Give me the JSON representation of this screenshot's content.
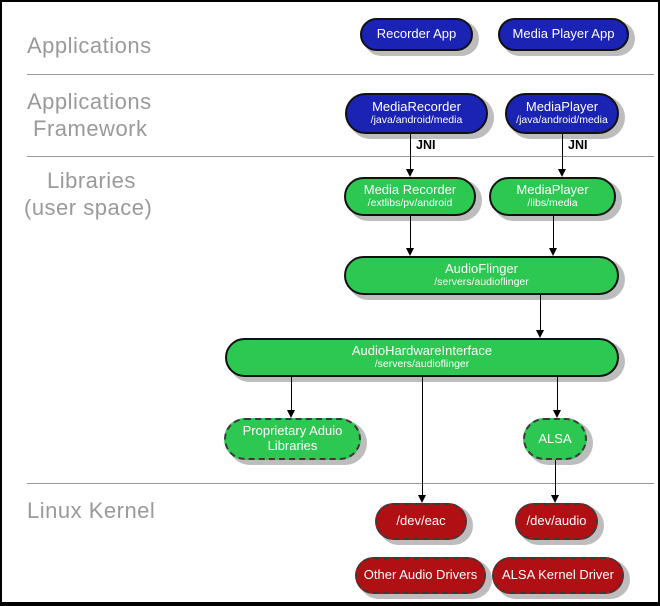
{
  "layers": {
    "applications": {
      "label": "Applications"
    },
    "applications_framework": {
      "line1": "Applications",
      "line2": "Framework"
    },
    "libraries": {
      "line1": "Libraries",
      "line2": "(user space)"
    },
    "linux_kernel": {
      "label": "Linux Kernel"
    }
  },
  "nodes": {
    "recorder_app": {
      "title": "Recorder App"
    },
    "media_player_app": {
      "title": "Media Player App"
    },
    "media_recorder_framework": {
      "title": "MediaRecorder",
      "path": "/java/android/media"
    },
    "media_player_framework": {
      "title": "MediaPlayer",
      "path": "/java/android/media"
    },
    "media_recorder_lib": {
      "title": "Media Recorder",
      "path": "/extlibs/pv/android"
    },
    "media_player_lib": {
      "title": "MediaPlayer",
      "path": "/libs/media"
    },
    "audio_flinger": {
      "title": "AudioFlinger",
      "path": "/servers/audioflinger"
    },
    "audio_hardware_interface": {
      "title": "AudioHardwareInterface",
      "path": "/servers/audioflinger"
    },
    "proprietary_audio_libraries": {
      "line1": "Proprietary Aduio",
      "line2": "Libraries"
    },
    "alsa": {
      "title": "ALSA"
    },
    "dev_eac": {
      "title": "/dev/eac"
    },
    "dev_audio": {
      "title": "/dev/audio"
    },
    "other_audio_drivers": {
      "title": "Other Audio Drivers"
    },
    "alsa_kernel_driver": {
      "title": "ALSA Kernel Driver"
    }
  },
  "edge_labels": {
    "jni_left": "JNI",
    "jni_right": "JNI"
  },
  "colors": {
    "application_blue": "#1a23b4",
    "library_green": "#2cc851",
    "kernel_red": "#b01014",
    "shadow_gray": "#bdbdbd",
    "label_gray": "#9a9a9a"
  }
}
